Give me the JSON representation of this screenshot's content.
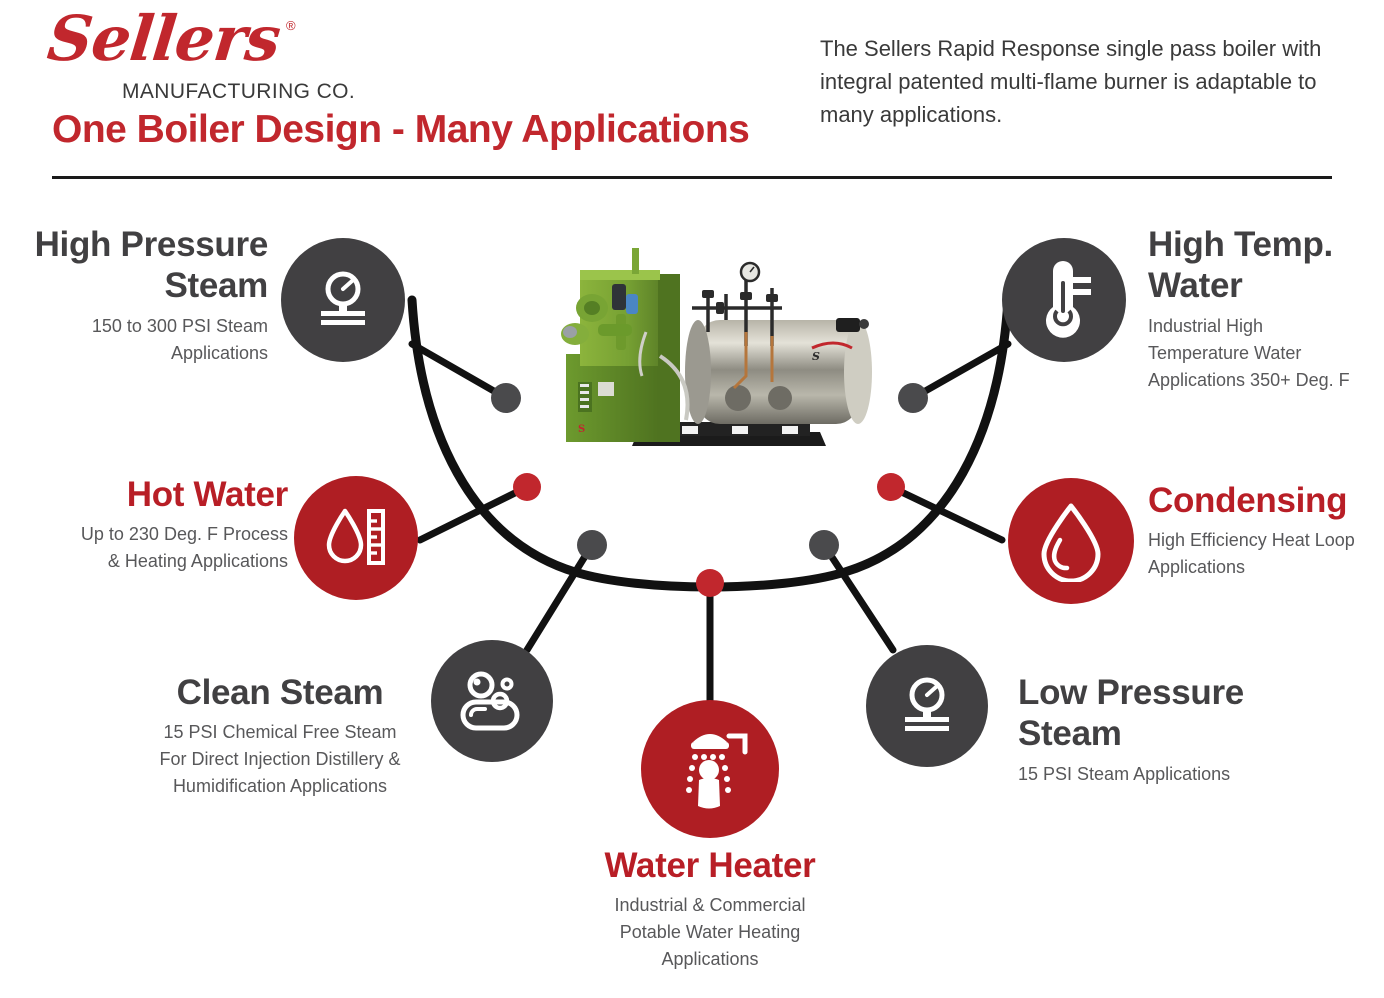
{
  "brand": {
    "logo_script": "Sellers",
    "logo_registered": "®",
    "logo_subtitle": "MANUFACTURING CO.",
    "accent_red": "#B81E26",
    "badge_red": "#AF1E23",
    "badge_gray": "#414042",
    "text_gray": "#58585a"
  },
  "header": {
    "title": "One Boiler Design - Many Applications",
    "intro": "The Sellers Rapid Response single pass boiler with integral patented multi-flame burner is adaptable to many applications."
  },
  "center": {
    "product_name": "Sellers Rapid Response single pass boiler",
    "image_alt": "green industrial boiler with stainless steel pressure vessel"
  },
  "applications": [
    {
      "id": "high-pressure-steam",
      "title": "High Pressure Steam",
      "description": "150 to 300 PSI Steam Applications",
      "icon": "pressure-gauge-icon",
      "badge_color": "gray",
      "title_color": "gray"
    },
    {
      "id": "hot-water",
      "title": "Hot Water",
      "description": "Up to 230 Deg. F Process & Heating Applications",
      "icon": "water-drop-thermometer-icon",
      "badge_color": "red",
      "title_color": "red"
    },
    {
      "id": "clean-steam",
      "title": "Clean Steam",
      "description": "15 PSI Chemical Free Steam For Direct Injection Distillery & Humidification Applications",
      "icon": "soap-bubbles-icon",
      "badge_color": "gray",
      "title_color": "gray"
    },
    {
      "id": "water-heater",
      "title": "Water Heater",
      "description": "Industrial & Commercial Potable Water Heating Applications",
      "icon": "shower-person-icon",
      "badge_color": "red",
      "title_color": "red"
    },
    {
      "id": "low-pressure-steam",
      "title": "Low Pressure Steam",
      "description": "15 PSI Steam Applications",
      "icon": "pressure-gauge-icon",
      "badge_color": "gray",
      "title_color": "gray"
    },
    {
      "id": "condensing",
      "title": "Condensing",
      "description": "High Efficiency Heat Loop Applications",
      "icon": "water-drop-icon",
      "badge_color": "red",
      "title_color": "red"
    },
    {
      "id": "high-temp-water",
      "title": "High Temp. Water",
      "description": "Industrial High Temperature Water Applications 350+ Deg. F",
      "icon": "thermometer-icon",
      "badge_color": "gray",
      "title_color": "gray"
    }
  ],
  "labels": {
    "high_pressure_steam_title_line1": "High Pressure",
    "high_pressure_steam_title_line2": "Steam",
    "high_pressure_steam_desc_line1": "150 to 300 PSI Steam",
    "high_pressure_steam_desc_line2": "Applications",
    "hot_water_title": "Hot Water",
    "hot_water_desc_line1": "Up to 230 Deg. F Process",
    "hot_water_desc_line2": "& Heating Applications",
    "clean_steam_title": "Clean Steam",
    "clean_steam_desc_line1": "15 PSI Chemical Free Steam",
    "clean_steam_desc_line2": "For Direct Injection Distillery &",
    "clean_steam_desc_line3": "Humidification Applications",
    "water_heater_title": "Water Heater",
    "water_heater_desc_line1": "Industrial & Commercial",
    "water_heater_desc_line2": "Potable Water Heating",
    "water_heater_desc_line3": "Applications",
    "low_pressure_steam_title_line1": "Low Pressure",
    "low_pressure_steam_title_line2": "Steam",
    "low_pressure_steam_desc": "15 PSI Steam Applications",
    "condensing_title": "Condensing",
    "condensing_desc_line1": "High Efficiency Heat Loop",
    "condensing_desc_line2": "Applications",
    "high_temp_water_title_line1": "High Temp.",
    "high_temp_water_title_line2": "Water",
    "high_temp_water_desc_line1": "Industrial High",
    "high_temp_water_desc_line2": "Temperature Water",
    "high_temp_water_desc_line3": "Applications 350+ Deg. F"
  }
}
